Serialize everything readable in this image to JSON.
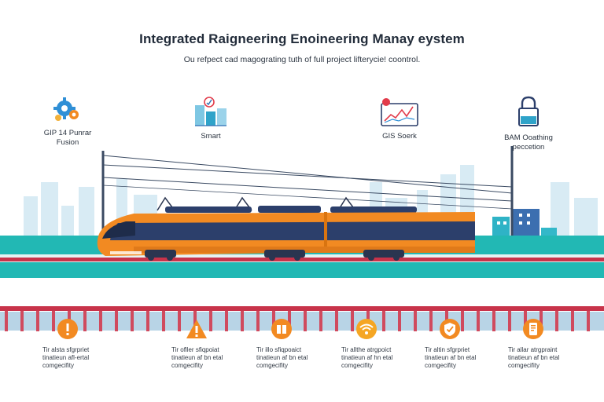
{
  "header": {
    "title": "Integrated Raigneering Enoineering Manay eystem",
    "subtitle": "Ou refpect cad magograting tuth of full project lifterycie! coontrol."
  },
  "features": [
    {
      "label": "GIP 14 Punrar\nFusion",
      "icon": "gear-cluster-icon"
    },
    {
      "label": "Smart",
      "icon": "city-analytics-icon"
    },
    {
      "label": "GIS Soerk",
      "icon": "line-chart-monitor-icon"
    },
    {
      "label": "BAM Ooathing\npeccetion",
      "icon": "padlock-icon"
    }
  ],
  "bottom_items": [
    {
      "text": "Tir alsta sfgrpriet\ntinatieun afl-ertal\ncomgecifity",
      "icon": "info-marker-icon"
    },
    {
      "text": "Tir ofller sfiqpoiat\ntinatieun af bn etal\ncomgecifity",
      "icon": "warning-triangle-icon"
    },
    {
      "text": "Tir illo sfiqpoaict\ntinatieun af bn etal\ncomgecifity",
      "icon": "package-box-icon"
    },
    {
      "text": "Tir allthe atrgpoict\ntinatieun af hn etal\ncomgecifity",
      "icon": "wifi-signal-icon"
    },
    {
      "text": "Tir altin sfgrpriet\ntinatieun af bn etal\ncomgecifity",
      "icon": "shield-check-icon"
    },
    {
      "text": "Tir allar atrgpraint\ntinatieun af bn etal\ncomgecifity",
      "icon": "document-tablet-icon"
    }
  ],
  "colors": {
    "accent_orange": "#f28a22",
    "train_navy": "#2c3f6b",
    "track_teal": "#22b8b4",
    "rail_red": "#d8394a",
    "skyline": "#cfe6f1"
  }
}
